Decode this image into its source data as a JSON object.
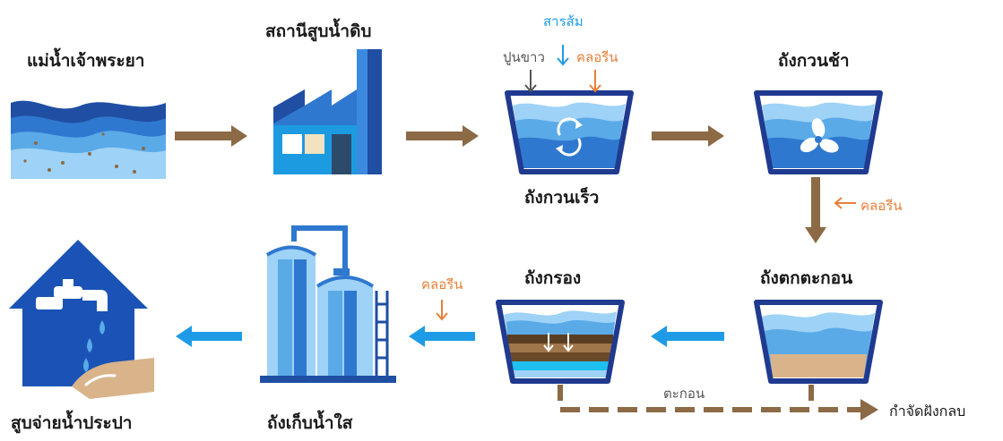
{
  "stages": {
    "river": "แม่น้ำเจ้าพระยา",
    "pump_station": "สถานีสูบน้ำดิบ",
    "rapid_mix_tank": "ถังกวนเร็ว",
    "slow_mix_tank": "ถังกวนช้า",
    "sedimentation_tank": "ถังตกตะกอน",
    "filter_tank": "ถังกรอง",
    "clear_water_tank": "ถังเก็บน้ำใส",
    "distribution": "สูบจ่ายน้ำประปา"
  },
  "chemicals": {
    "alum": "สารส้ม",
    "lime": "ปูนขาว",
    "chlorine": "คลอรีน"
  },
  "sludge": {
    "label": "ตะกอน",
    "destination": "กำจัดฝังกลบ"
  },
  "colors": {
    "brown_arrow": "#8b6a45",
    "blue_arrow": "#1e9be6",
    "chlorine_text": "#e8803a",
    "tank_outline": "#1f3a8f",
    "house": "#1a53b5"
  }
}
